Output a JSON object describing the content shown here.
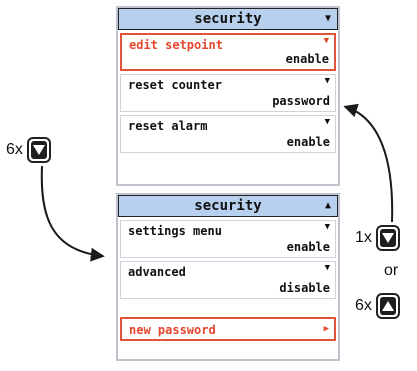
{
  "screens": [
    {
      "title": "security",
      "items": [
        {
          "label": "edit setpoint",
          "value": "enable"
        },
        {
          "label": "reset counter",
          "value": "password"
        },
        {
          "label": "reset alarm",
          "value": "enable"
        }
      ]
    },
    {
      "title": "security",
      "items": [
        {
          "label": "settings menu",
          "value": "enable"
        },
        {
          "label": "advanced",
          "value": "disable"
        },
        {
          "label": "new password"
        }
      ]
    }
  ],
  "keys": {
    "left": {
      "count": "6x",
      "icon": "arrow-down-icon"
    },
    "right_down": {
      "count": "1x",
      "icon": "arrow-down-icon"
    },
    "or_label": "or",
    "right_up": {
      "count": "6x",
      "icon": "arrow-up-icon"
    }
  },
  "colors": {
    "header_bg": "#b7d0ee",
    "selection": "#e0533a"
  }
}
